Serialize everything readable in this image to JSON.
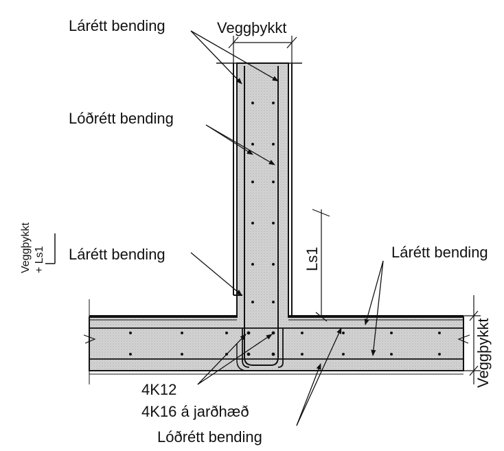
{
  "labels": {
    "horizontal_top": "Lárétt bending",
    "wall_thickness_top": "Veggþykkt",
    "vertical_top": "Lóðrétt bending",
    "horizontal_left": "Lárétt bending",
    "horizontal_right": "Lárétt bending",
    "ls1": "Ls1",
    "wall_thickness_right": "Veggþykkt",
    "bar_4k12": "4K12",
    "bar_4k16": "4K16 á jarðhæð",
    "vertical_bottom": "Lóðrétt bending",
    "legend_line1": "Veggþykkt",
    "legend_line2": "+ Ls1"
  },
  "colors": {
    "concrete": "#cfcfcf",
    "line": "#111111"
  }
}
